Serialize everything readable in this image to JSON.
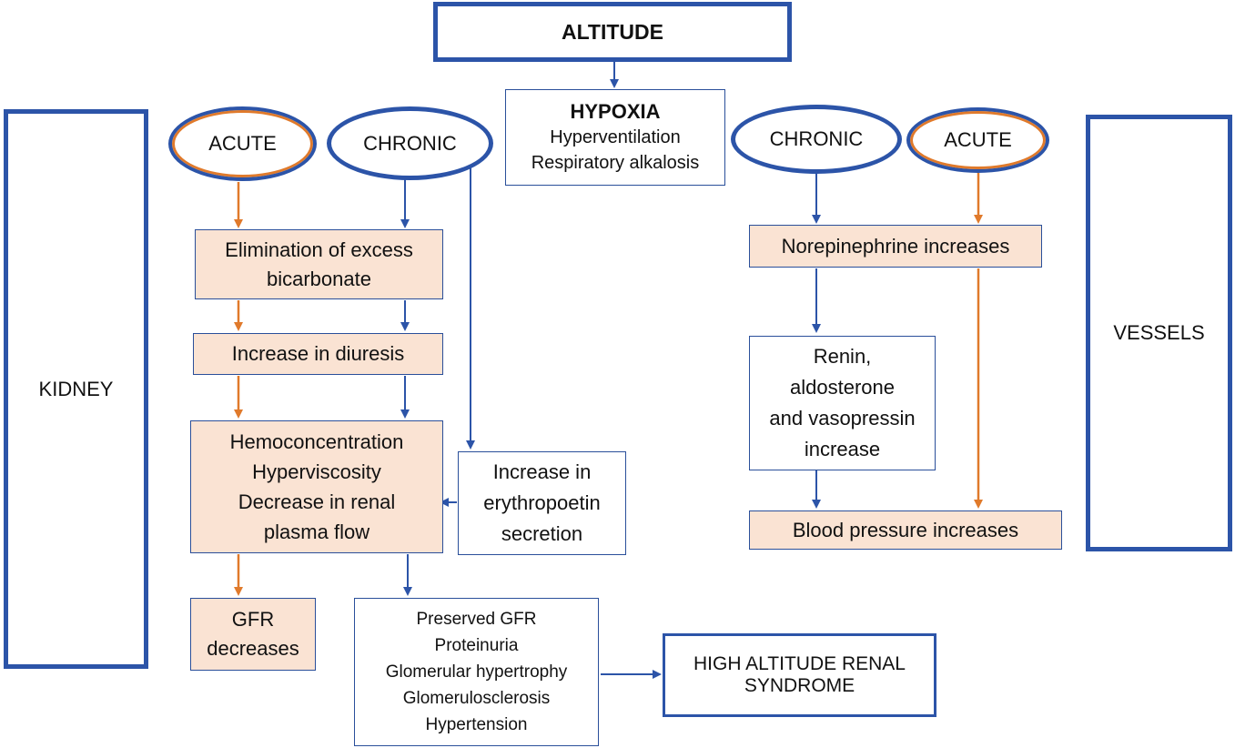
{
  "altitude": "ALTITUDE",
  "hypoxia": {
    "title": "HYPOXIA",
    "lines": [
      "Hyperventilation",
      "Respiratory alkalosis"
    ]
  },
  "kidney": {
    "label": "KIDNEY",
    "acute": "ACUTE",
    "chronic": "CHRONIC",
    "bicarbonate": [
      "Elimination of excess",
      "bicarbonate"
    ],
    "diuresis": "Increase in diuresis",
    "hemo": [
      "Hemoconcentration",
      "Hyperviscosity",
      "Decrease in renal",
      "plasma flow"
    ],
    "epo": [
      "Increase in",
      "erythropoetin",
      "secretion"
    ],
    "gfr": [
      "GFR",
      "decreases"
    ],
    "preserved": [
      "Preserved GFR",
      "Proteinuria",
      "Glomerular hypertrophy",
      "Glomerulosclerosis",
      "Hypertension"
    ]
  },
  "vessels": {
    "label": "VESSELS",
    "chronic": "CHRONIC",
    "acute": "ACUTE",
    "norepinephrine": "Norepinephrine increases",
    "renin": [
      "Renin,",
      "aldosterone",
      "and vasopressin",
      "increase"
    ],
    "bp": "Blood pressure increases"
  },
  "syndrome": "HIGH ALTITUDE RENAL SYNDROME",
  "colors": {
    "blue": "#2c54a8",
    "orange": "#e07a2b",
    "peach": "#fae3d3"
  }
}
